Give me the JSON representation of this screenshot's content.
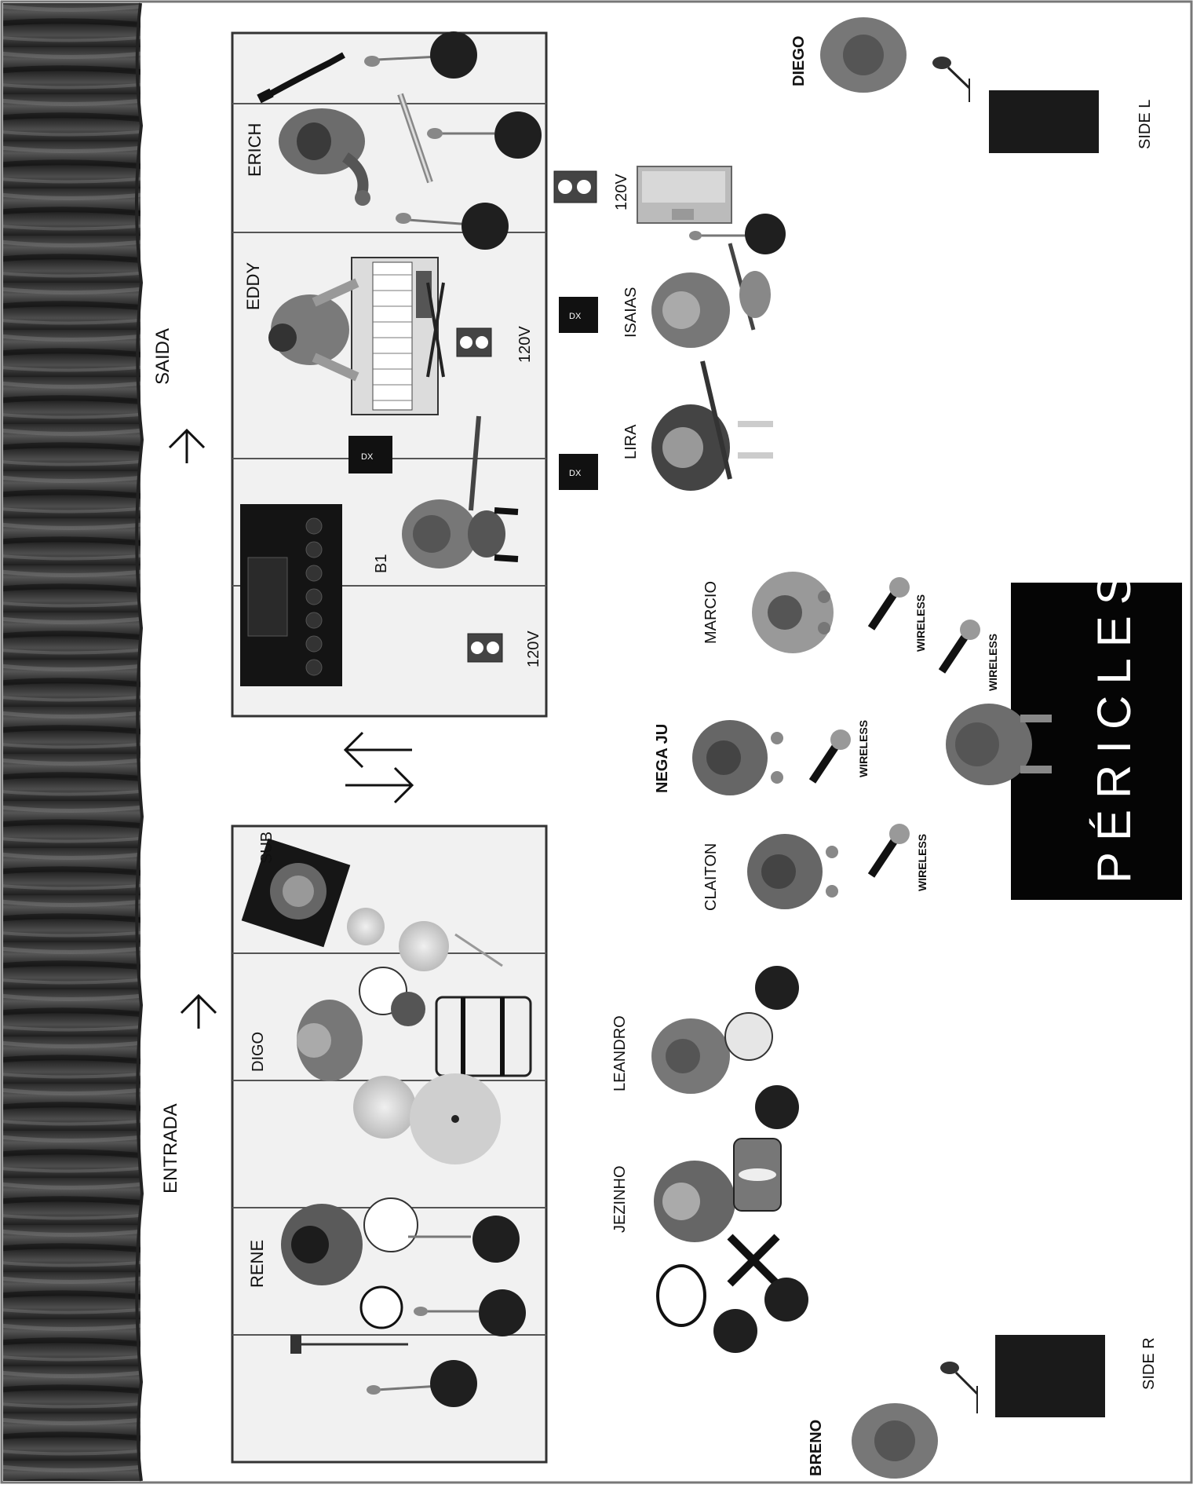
{
  "labels": {
    "entrada": "ENTRADA",
    "saida": "SAIDA",
    "rene": "RENE",
    "digo": "DIGO",
    "sub": "SUB",
    "erich": "ERICH",
    "eddy": "EDDY",
    "b1": "B1",
    "lira": "LIRA",
    "isaias": "ISAIAS",
    "diego": "DIEGO",
    "side_l": "SIDE L",
    "side_r": "SIDE R",
    "breno": "BRENO",
    "marcio": "MARCIO",
    "nega_ju": "NEGA JU",
    "claiton": "CLAITON",
    "leandro": "LEANDRO",
    "jezinho": "JEZINHO",
    "brand": "PÉRICLES",
    "wireless": "WIRELESS",
    "voltage": "120V",
    "monitor_tag": "DX"
  },
  "colors": {
    "curtain_dark": "#1a1a1a",
    "curtain_light": "#6a6a6a",
    "riser_fill": "#efefef",
    "banner": "#050505",
    "cymbal": "#d9d9d9",
    "drum_head": "#e6e6e6",
    "pad": "#222222"
  }
}
